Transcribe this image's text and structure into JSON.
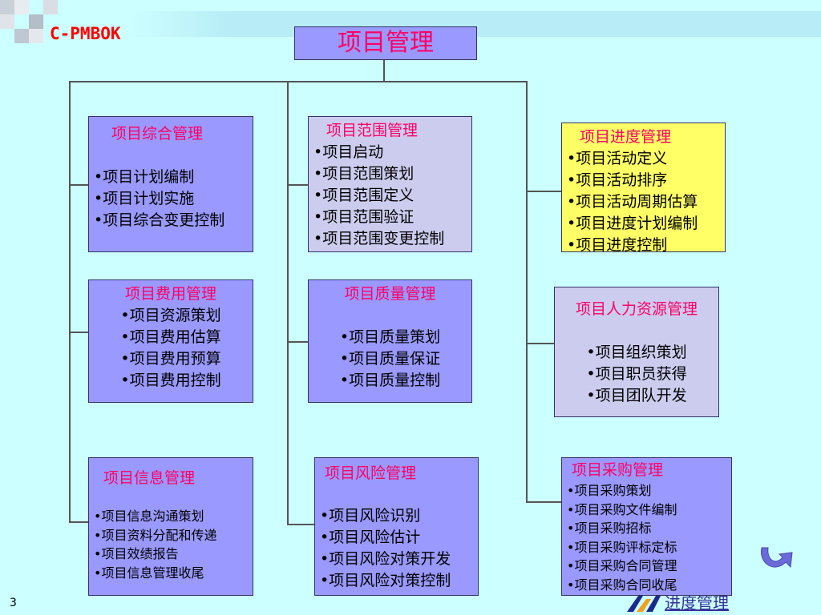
{
  "header": {
    "logo_text": "C-PMBOK"
  },
  "root": {
    "label": "项目管理"
  },
  "nodes": {
    "integration": {
      "title": "项目综合管理",
      "items": [
        "项目计划编制",
        "项目计划实施",
        "项目综合变更控制"
      ]
    },
    "scope": {
      "title": "项目范围管理",
      "items": [
        "项目启动",
        "项目范围策划",
        "项目范围定义",
        "项目范围验证",
        "项目范围变更控制"
      ]
    },
    "schedule": {
      "title": "项目进度管理",
      "items": [
        "项目活动定义",
        "项目活动排序",
        "项目活动周期估算",
        "项目进度计划编制",
        "项目进度控制"
      ]
    },
    "cost": {
      "title": "项目费用管理",
      "items": [
        "项目资源策划",
        "项目费用估算",
        "项目费用预算",
        "项目费用控制"
      ]
    },
    "quality": {
      "title": "项目质量管理",
      "items": [
        "项目质量策划",
        "项目质量保证",
        "项目质量控制"
      ]
    },
    "hr": {
      "title": "项目人力资源管理",
      "items": [
        "项目组织策划",
        "项目职员获得",
        "项目团队开发"
      ]
    },
    "info": {
      "title": "项目信息管理",
      "items": [
        "项目信息沟通策划",
        "项目资料分配和传递",
        "项目效绩报告",
        "项目信息管理收尾"
      ]
    },
    "risk": {
      "title": "项目风险管理",
      "items": [
        "项目风险识别",
        "项目风险估计",
        "项目风险对策开发",
        "项目风险对策控制"
      ]
    },
    "procurement": {
      "title": "项目采购管理",
      "items": [
        "项目采购策划",
        "项目采购文件编制",
        "项目采购招标",
        "项目采购评标定标",
        "项目采购合同管理",
        "项目采购合同收尾"
      ]
    }
  },
  "footer": {
    "page_number": "3",
    "link_label": "进度管理"
  },
  "colors": {
    "background": "#ccffff",
    "box_purple": "#9999ff",
    "box_gray": "#ccccee",
    "box_yellow": "#ffff66",
    "title_text": "#ff0066",
    "logo_text": "#ff0000"
  }
}
